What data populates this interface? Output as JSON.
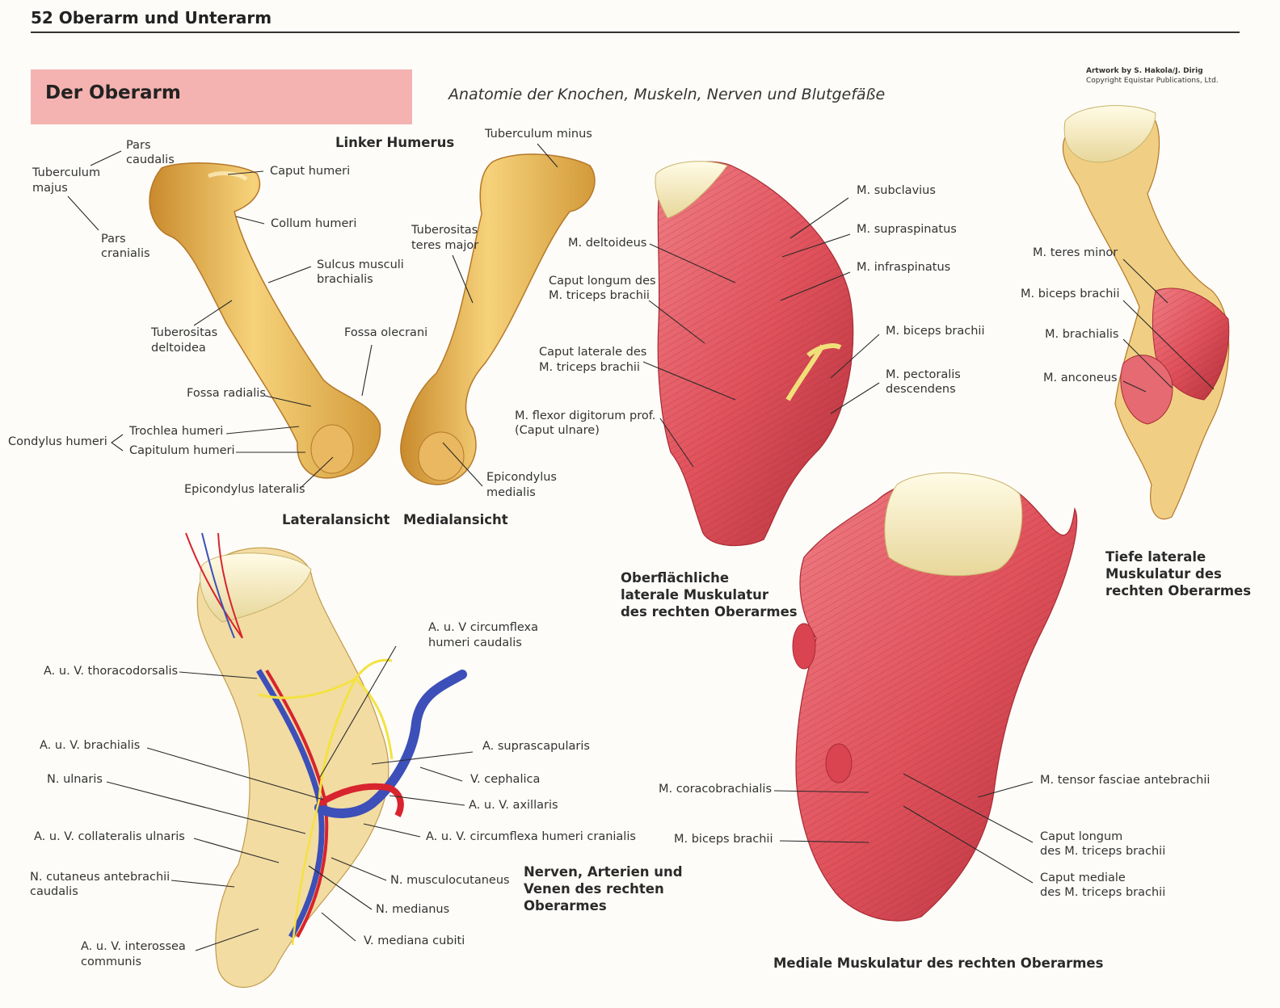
{
  "header": {
    "page_title": "52  Oberarm und Unterarm"
  },
  "section": {
    "title": "Der Oberarm",
    "subtitle": "Anatomie der Knochen, Muskeln, Nerven und Blutgefäße"
  },
  "credit": {
    "line1": "Artwork by S. Hakola/J. Dirig",
    "line2": "Copyright Equistar Publications, Ltd."
  },
  "captions": {
    "humerus": "Linker Humerus",
    "lateral_view": "Lateralansicht",
    "medial_view": "Medialansicht",
    "superficial": [
      "Oberflächliche",
      "laterale Muskulatur",
      "des rechten Oberarmes"
    ],
    "deep": [
      "Tiefe laterale",
      "Muskulatur des",
      "rechten Oberarmes"
    ],
    "nerves": [
      "Nerven, Arterien und",
      "Venen des rechten",
      "Oberarmes"
    ],
    "medial_muscles": "Mediale Muskulatur des rechten Oberarmes"
  },
  "labels": {
    "bone": {
      "pars_caudalis": [
        "Pars",
        "caudalis"
      ],
      "tuberculum_majus": [
        "Tuberculum",
        "majus"
      ],
      "pars_cranialis": [
        "Pars",
        "cranialis"
      ],
      "caput_humeri": "Caput humeri",
      "collum_humeri": "Collum humeri",
      "sulcus": [
        "Sulcus musculi",
        "brachialis"
      ],
      "tuberositas_deltoidea": [
        "Tuberositas",
        "deltoidea"
      ],
      "fossa_olecrani": "Fossa olecrani",
      "fossa_radialis": "Fossa radialis",
      "condylus_humeri": "Condylus humeri",
      "trochlea_humeri": "Trochlea humeri",
      "capitulum_humeri": "Capitulum humeri",
      "epicondylus_lateralis": "Epicondylus lateralis",
      "tuberculum_minus": "Tuberculum minus",
      "tuberositas_teres": [
        "Tuberositas",
        "teres major"
      ],
      "epicondylus_medialis": [
        "Epicondylus",
        "medialis"
      ]
    },
    "superficial": {
      "m_subclavius": "M. subclavius",
      "m_supraspinatus": "M. supraspinatus",
      "m_infraspinatus": "M. infraspinatus",
      "m_deltoideus": "M. deltoideus",
      "caput_longum": [
        "Caput longum des",
        "M. triceps brachii"
      ],
      "caput_laterale": [
        "Caput laterale des",
        "M. triceps brachii"
      ],
      "m_biceps": "M. biceps brachii",
      "m_pectoralis": [
        "M. pectoralis",
        "descendens"
      ],
      "m_flexor": [
        "M. flexor digitorum prof.",
        "(Caput ulnare)"
      ]
    },
    "deep": {
      "m_teres_minor": "M. teres minor",
      "m_biceps": "M. biceps brachii",
      "m_brachialis": "M. brachialis",
      "m_anconeus": "M. anconeus"
    },
    "nerves": {
      "circumflexa_caudalis": [
        "A. u. V circumflexa",
        "humeri caudalis"
      ],
      "thoracodorsalis": "A. u. V. thoracodorsalis",
      "brachialis": "A. u. V. brachialis",
      "suprascapularis": "A. suprascapularis",
      "n_ulnaris": "N. ulnaris",
      "v_cephalica": "V. cephalica",
      "axillaris": "A. u. V. axillaris",
      "collateralis_ulnaris": "A. u. V. collateralis ulnaris",
      "circumflexa_cranialis": "A. u. V. circumflexa humeri cranialis",
      "n_cutaneus": [
        "N. cutaneus antebrachii",
        "caudalis"
      ],
      "n_musculocutaneus": "N. musculocutaneus",
      "n_medianus": "N. medianus",
      "v_mediana_cubiti": "V. mediana cubiti",
      "interossea": [
        "A. u. V. interossea",
        "communis"
      ]
    },
    "medial": {
      "m_coracobrachialis": "M. coracobrachialis",
      "m_tensor": "M. tensor fasciae antebrachii",
      "m_biceps": "M. biceps brachii",
      "caput_longum": [
        "Caput longum",
        "des M. triceps brachii"
      ],
      "caput_mediale": [
        "Caput mediale",
        "des M. triceps brachii"
      ]
    }
  },
  "colors": {
    "bone": "#f2c86e",
    "bone_shadow": "#c98a2c",
    "muscle": "#e0525c",
    "muscle_dark": "#b3303a",
    "artery": "#d8242e",
    "vein": "#3d4fb8",
    "nerve": "#f4e240",
    "title_box": "#f4b3b0"
  }
}
